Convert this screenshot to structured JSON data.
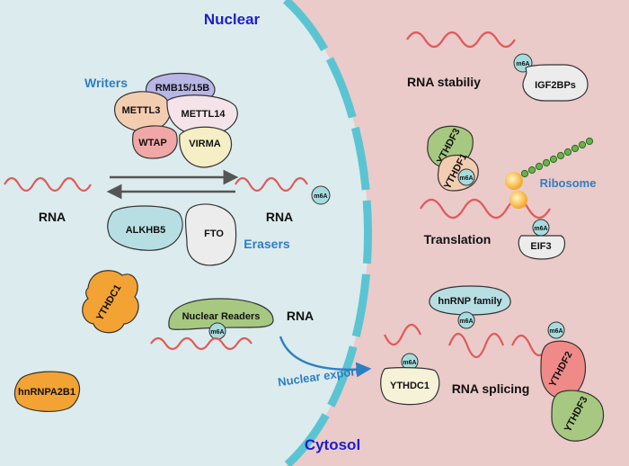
{
  "regions": {
    "nuclear": "Nuclear",
    "cytosol": "Cytosol"
  },
  "writers": {
    "title": "Writers",
    "proteins": [
      "RMB15/15B",
      "METTL3",
      "METTL14",
      "WTAP",
      "VIRMA"
    ]
  },
  "erasers": {
    "title": "Erasers",
    "proteins": [
      "ALKHB5",
      "FTO"
    ]
  },
  "rna_label": "RNA",
  "modification": "m6A",
  "readers": {
    "nuclear_readers": "Nuclear Readers",
    "ythdc1": "YTHDC1",
    "hnrnpa2b1": "hnRNPA2B1"
  },
  "export": {
    "label": "Nuclear export"
  },
  "cytosol": {
    "stability": {
      "label": "RNA stabiliy",
      "protein": "IGF2BPs"
    },
    "translation": {
      "label": "Translation",
      "proteins": [
        "YTHDF3",
        "YTHDF1",
        "EIF3"
      ],
      "ribosome": "Ribosome"
    },
    "splicing": {
      "label": "RNA splicing",
      "proteins": [
        "hnRNP family",
        "YTHDC1",
        "YTHDF2",
        "YTHDF3"
      ]
    }
  },
  "colors": {
    "nucleus_bg": "#dcebed",
    "cytosol_bg": "#ebcaca",
    "membrane": "#5bc4d2",
    "rna": "#e05a58",
    "title_blue": "#1f1fc8",
    "label_blue": "#2d7fc3",
    "writer_purple": "#b8b6e6",
    "writer_peach": "#f3cdb0",
    "writer_pink": "#f5e3ea",
    "writer_red": "#f0a7a6",
    "writer_yellow": "#f6eec4",
    "eraser_teal": "#b7dfe3",
    "eraser_gray": "#ececec",
    "reader_green": "#a6c880",
    "reader_orange": "#f3a333",
    "m6a_circle": "#a6dcde"
  }
}
